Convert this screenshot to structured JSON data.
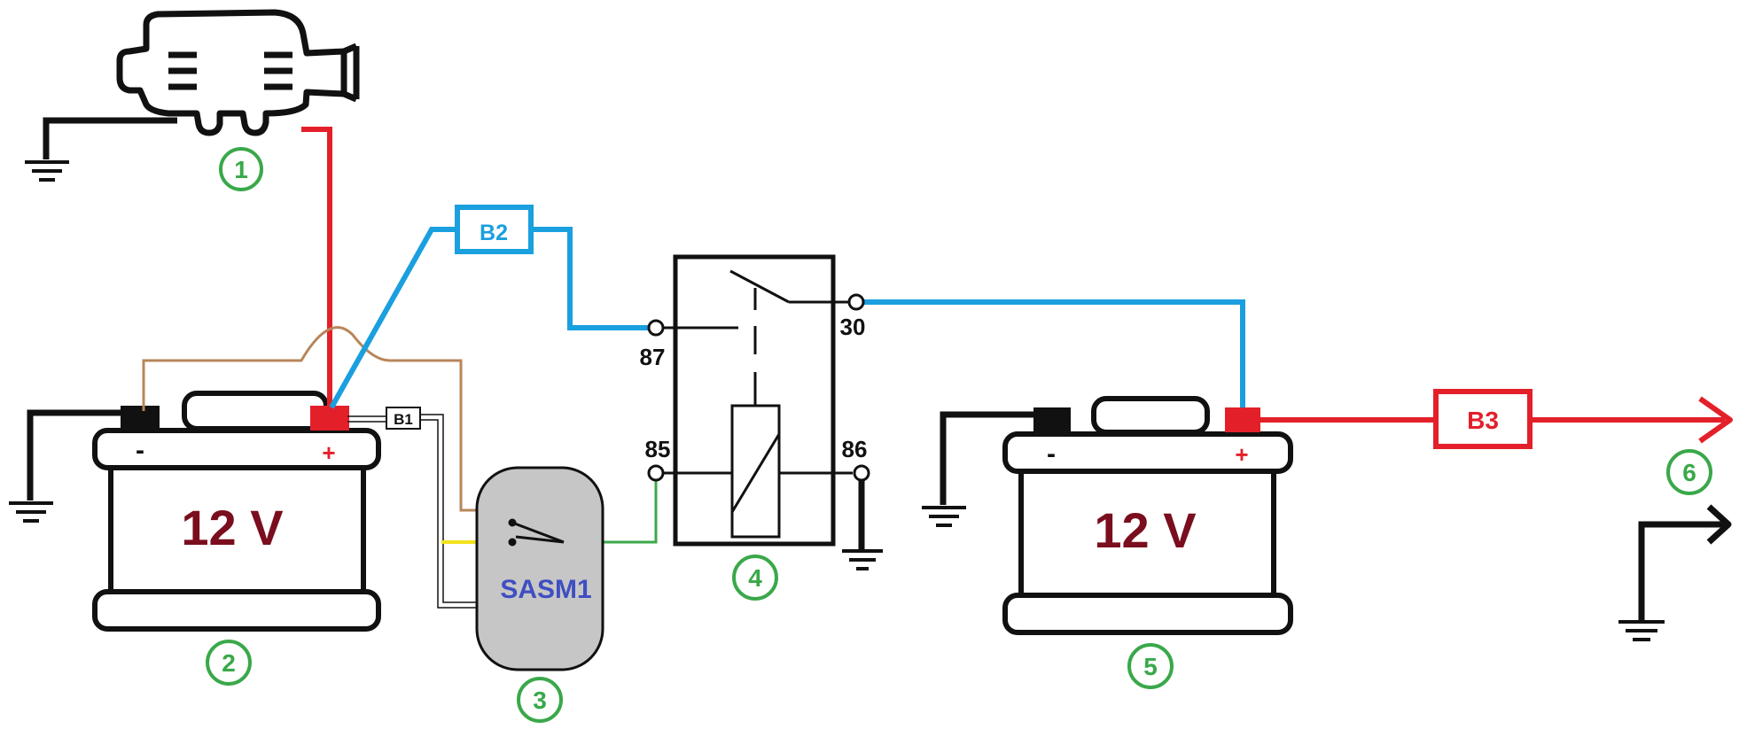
{
  "fuses": {
    "b1": "B1",
    "b2": "B2",
    "b3": "B3"
  },
  "relay": {
    "pin87": "87",
    "pin30": "30",
    "pin85": "85",
    "pin86": "86"
  },
  "battery_left": {
    "voltage": "12 V",
    "minus": "-",
    "plus": "+"
  },
  "battery_right": {
    "voltage": "12 V",
    "minus": "-",
    "plus": "+"
  },
  "module": {
    "label": "SASM1"
  },
  "callouts": {
    "c1": "1",
    "c2": "2",
    "c3": "3",
    "c4": "4",
    "c5": "5",
    "c6": "6"
  },
  "colors": {
    "red": "#e3202a",
    "blue": "#1a9fdf",
    "brown": "#b8865a",
    "green": "#3aa84a",
    "yellow": "#f2e21c",
    "dark_red": "#7a0e1e",
    "module_text": "#3f4ec2",
    "module_fill": "#c6c6c6"
  }
}
